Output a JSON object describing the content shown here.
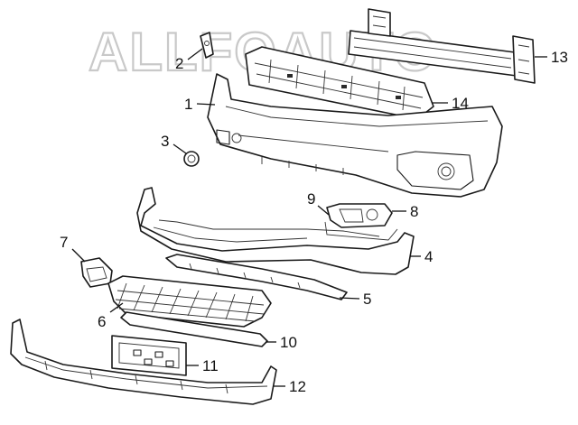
{
  "watermark": "ALLFOAUTO",
  "colors": {
    "line": "#1a1a1a",
    "watermark": "#c9c9c9",
    "background": "#ffffff"
  },
  "callouts": [
    {
      "id": "1",
      "label": "1"
    },
    {
      "id": "2",
      "label": "2"
    },
    {
      "id": "3",
      "label": "3"
    },
    {
      "id": "4",
      "label": "4"
    },
    {
      "id": "5",
      "label": "5"
    },
    {
      "id": "6",
      "label": "6"
    },
    {
      "id": "7",
      "label": "7"
    },
    {
      "id": "8",
      "label": "8"
    },
    {
      "id": "9",
      "label": "9"
    },
    {
      "id": "10",
      "label": "10"
    },
    {
      "id": "11",
      "label": "11"
    },
    {
      "id": "12",
      "label": "12"
    },
    {
      "id": "13",
      "label": "13"
    },
    {
      "id": "14",
      "label": "14"
    }
  ]
}
